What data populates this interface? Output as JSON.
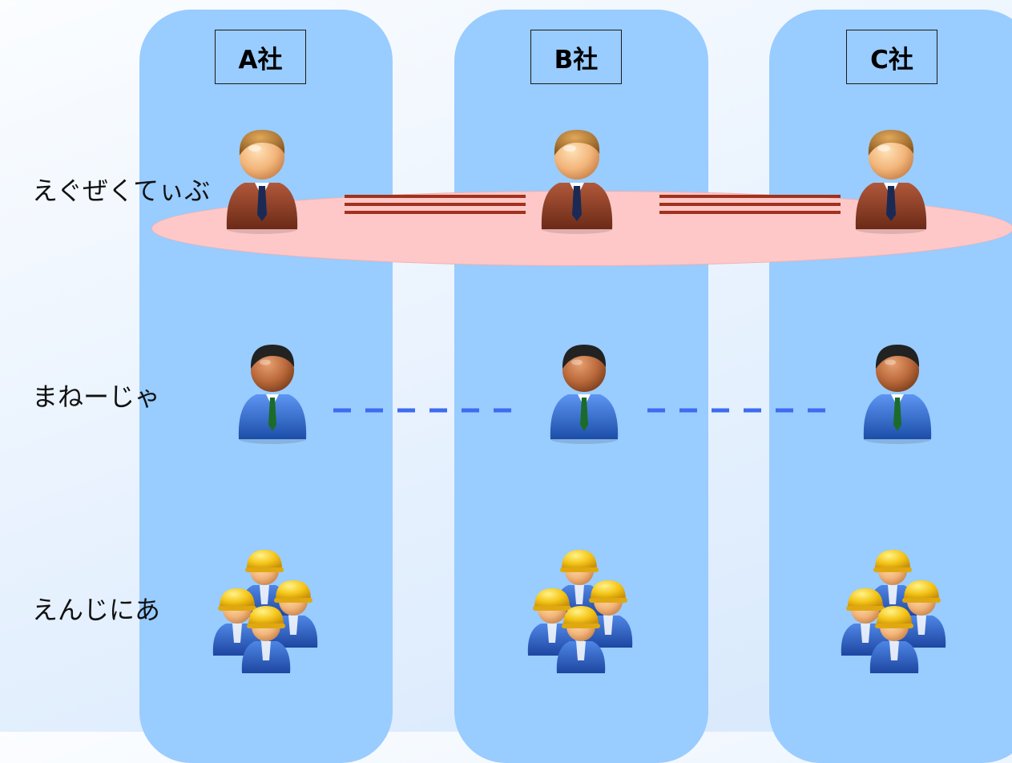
{
  "companies": {
    "a": "A社",
    "b": "B社",
    "c": "C社"
  },
  "roles": {
    "executive": "えぐぜくてぃぶ",
    "manager": "まねーじゃ",
    "engineer": "えんじにあ"
  },
  "connections": {
    "executive": "double-solid-line",
    "manager": "dashed-line"
  },
  "icons": {
    "executive": "executive-person-icon",
    "manager": "manager-person-icon",
    "engineer": "engineer-group-icon"
  },
  "colors": {
    "column": "#99ccff",
    "executive_band": "#ffc8c8",
    "executive_link": "#a0321e",
    "manager_link": "#3d6cf0",
    "hardhat": "#f5c518",
    "exec_suit": "#8a3a22",
    "manager_suit": "#2f6fd6"
  }
}
